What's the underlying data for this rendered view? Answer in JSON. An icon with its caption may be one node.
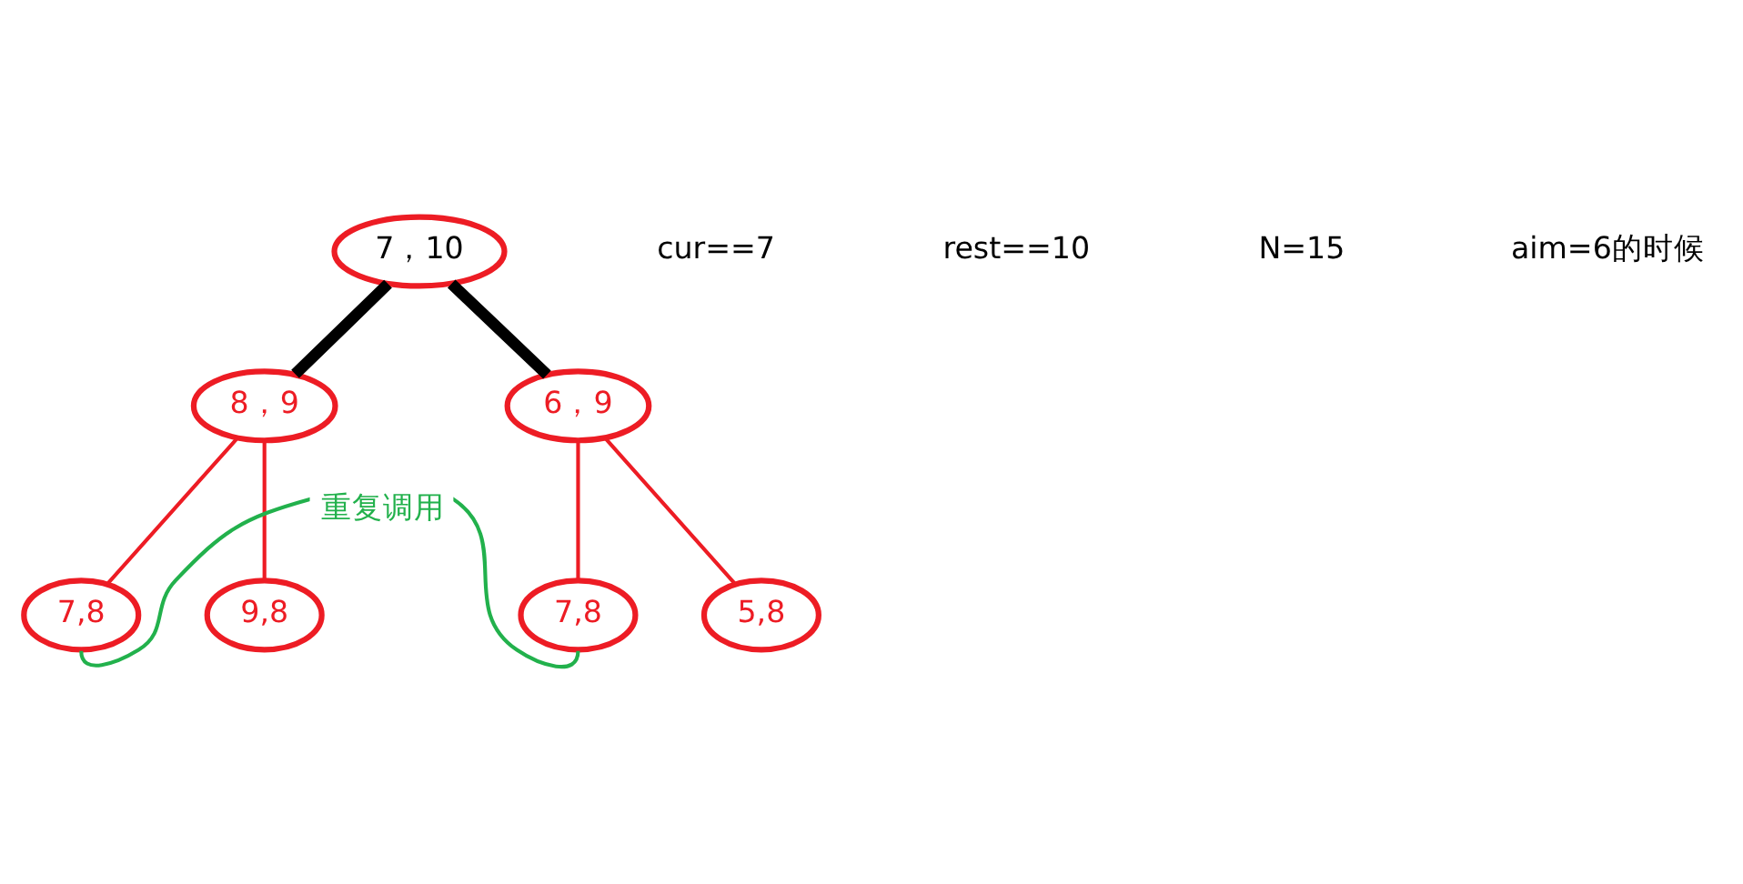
{
  "diagram": {
    "nodes": [
      {
        "text": [
          "7，10"
        ]
      },
      {
        "text": [
          "8，9"
        ]
      },
      {
        "text": [
          "6，9"
        ]
      },
      {
        "text": [
          "7,8"
        ]
      },
      {
        "text": [
          "9,8"
        ]
      },
      {
        "text": [
          "7,8"
        ]
      },
      {
        "text": [
          "5,8"
        ]
      }
    ],
    "edges": [
      {
        "from": 0,
        "to": 1,
        "arrow": "none",
        "style": "thick",
        "color": "#000000"
      },
      {
        "from": 0,
        "to": 2,
        "arrow": "none",
        "style": "thick",
        "color": "#000000"
      },
      {
        "from": 1,
        "to": 3,
        "arrow": "none"
      },
      {
        "from": 1,
        "to": 4,
        "arrow": "none"
      },
      {
        "from": 2,
        "to": 5,
        "arrow": "none"
      },
      {
        "from": 2,
        "to": 6,
        "arrow": "none"
      },
      {
        "from": 3,
        "to": 5,
        "arrow": "none",
        "label": "重复调用",
        "color": "#22b14c"
      }
    ],
    "labels": [
      "cur==7",
      "rest==10",
      "N=15",
      "aim=6的时候"
    ]
  }
}
